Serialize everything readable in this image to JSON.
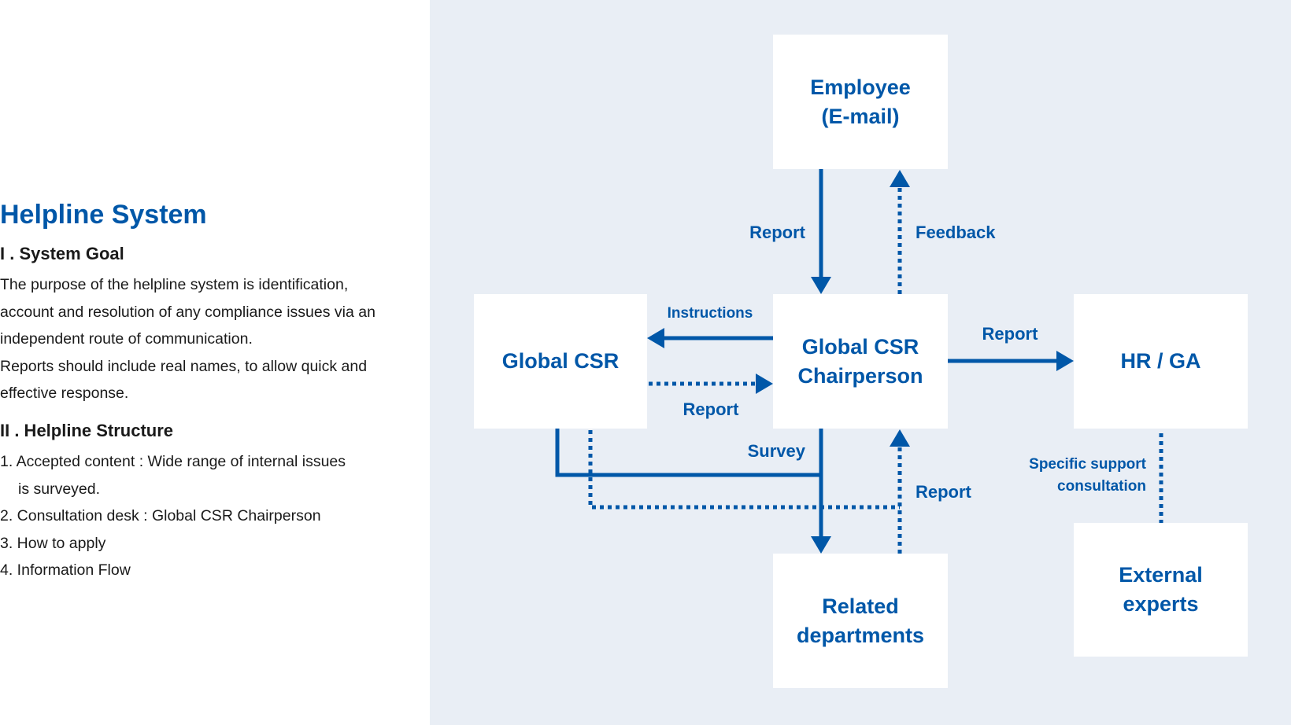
{
  "sidebar": {
    "title": "Helpline System",
    "section1": {
      "heading": "I . System Goal",
      "lines": [
        "The purpose of the helpline system is identification,",
        "account and resolution of any compliance issues via an",
        "independent route of communication.",
        "Reports should include real names, to allow quick and",
        "effective response."
      ]
    },
    "section2": {
      "heading": "II . Helpline Structure",
      "lines": [
        "1. Accepted content : Wide range of internal issues",
        "    is surveyed.",
        "2. Consultation desk : Global CSR Chairperson",
        "3. How to apply",
        "4. Information Flow"
      ]
    }
  },
  "diagram": {
    "nodes": {
      "employee": [
        "Employee",
        "(E-mail)"
      ],
      "global_csr": [
        "Global CSR"
      ],
      "chairperson": [
        "Global CSR",
        "Chairperson"
      ],
      "hr_ga": [
        "HR / GA"
      ],
      "related": [
        "Related",
        "departments"
      ],
      "external": [
        "External",
        "experts"
      ]
    },
    "labels": {
      "employee_report": "Report",
      "feedback": "Feedback",
      "instructions": "Instructions",
      "csr_report": "Report",
      "hr_report": "Report",
      "survey": "Survey",
      "related_report": "Report",
      "specific_1": "Specific support",
      "specific_2": "consultation"
    },
    "colors": {
      "accent": "#0057a8",
      "panel": "#e9eef5"
    }
  }
}
